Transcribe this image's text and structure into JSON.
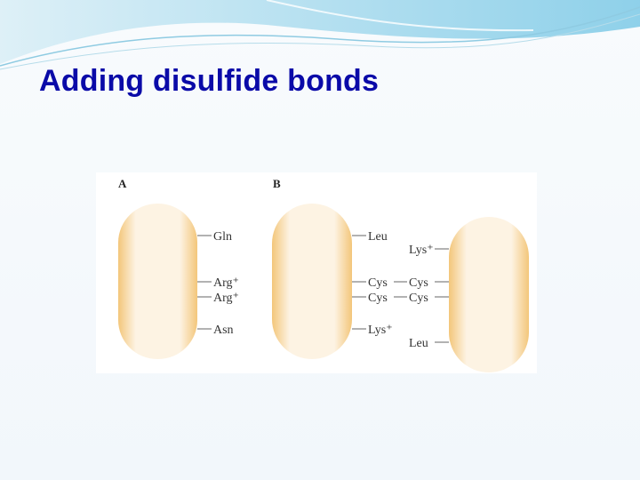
{
  "slide": {
    "title": "Adding disulfide bonds"
  },
  "figure": {
    "panel_a": {
      "letter": "A",
      "residues": [
        "Gln",
        "Arg⁺",
        "Arg⁺",
        "Asn"
      ]
    },
    "panel_b": {
      "letter": "B",
      "left_residues": [
        "Leu",
        "Cys",
        "Cys",
        "Lys⁺"
      ],
      "right_residues": [
        "Lys⁺",
        "Cys",
        "Cys",
        "Leu"
      ]
    },
    "colors": {
      "capsule_edge": "#f3c67a",
      "capsule_center": "#fdf3e3",
      "title": "#0a0aa8"
    }
  }
}
